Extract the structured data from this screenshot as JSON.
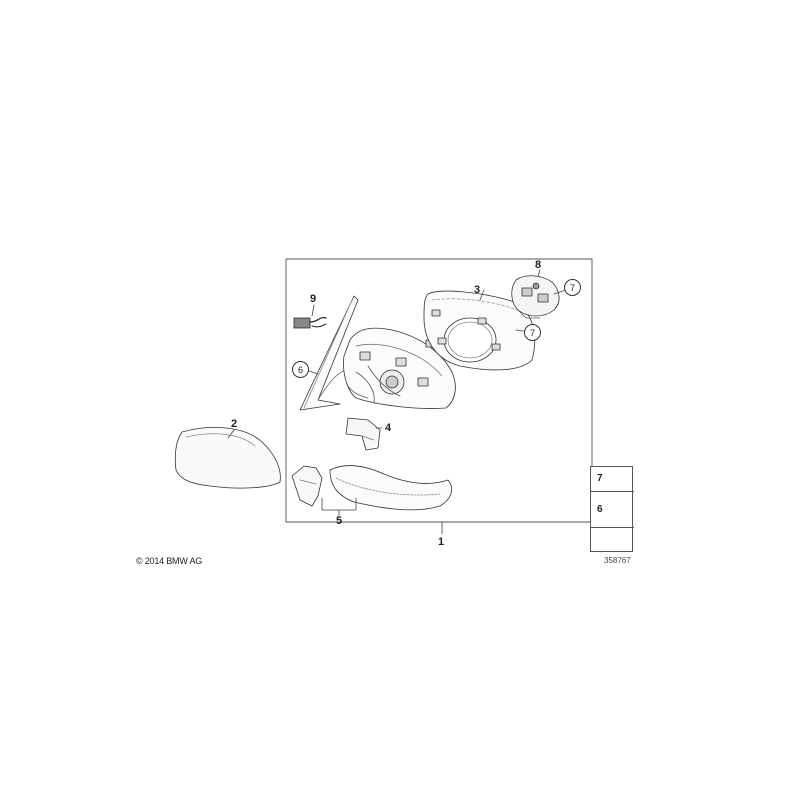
{
  "callouts": {
    "c1": "1",
    "c2": "2",
    "c3": "3",
    "c4": "4",
    "c5": "5",
    "c6": "6",
    "c7a": "7",
    "c7b": "7",
    "c8": "8",
    "c9": "9"
  },
  "legend": {
    "item_top": "7",
    "item_bottom": "6"
  },
  "copyright": "© 2014 BMW AG",
  "diagram_number": "358767"
}
